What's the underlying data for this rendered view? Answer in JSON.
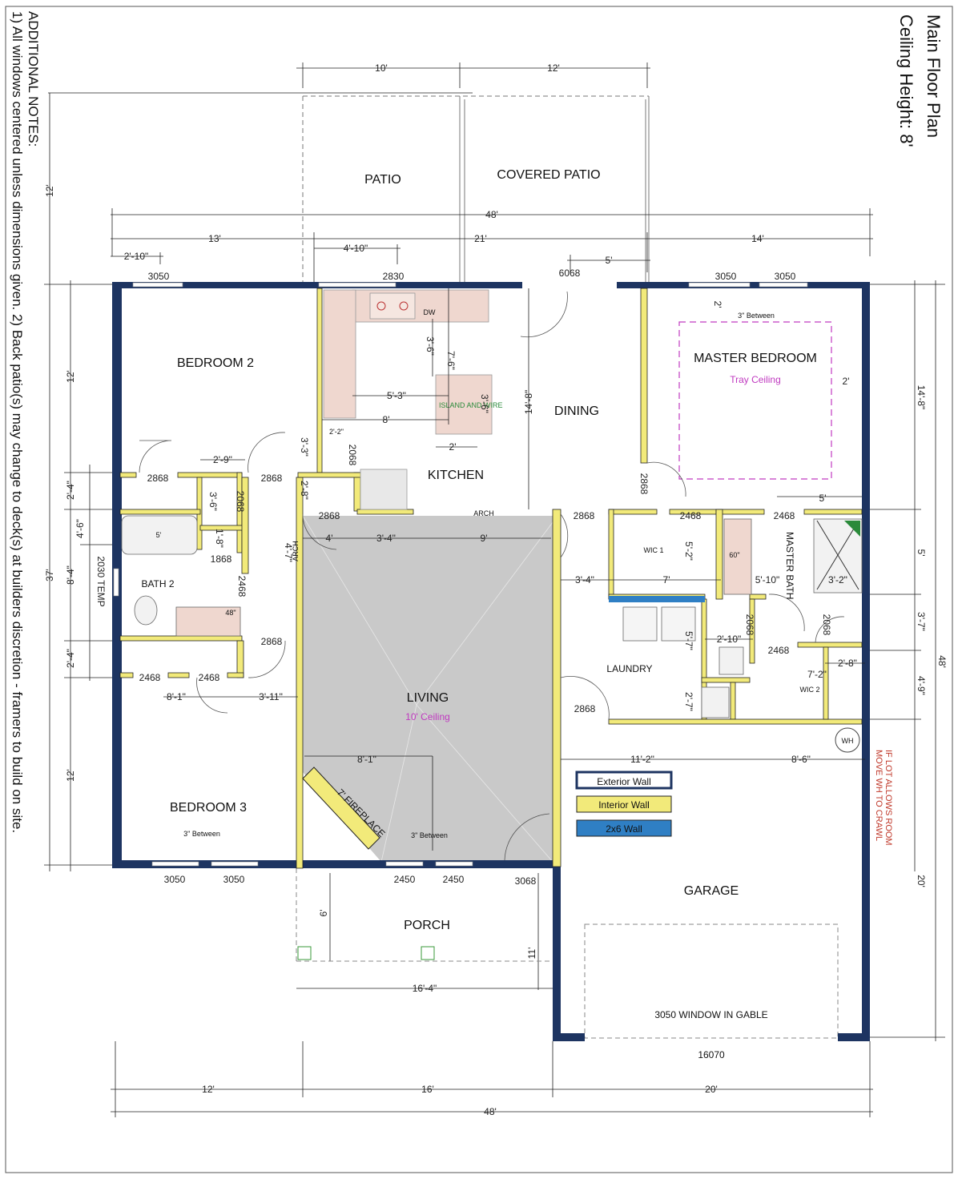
{
  "title": {
    "line1": "Main Floor Plan",
    "line2": "Ceiling Height: 8'"
  },
  "notes": {
    "line1": "ADDITIONAL NOTES:",
    "line2": "1) All windows centered unless dimensions given. 2) Back patio(s) may change to deck(s) at builders discretion - framers to build on site."
  },
  "rooms": {
    "patio": "PATIO",
    "covered_patio": "COVERED PATIO",
    "bedroom2": "BEDROOM 2",
    "master_bedroom": "MASTER BEDROOM",
    "tray_ceiling": "Tray Ceiling",
    "dining": "DINING",
    "kitchen": "KITCHEN",
    "bath2": "BATH 2",
    "living": "LIVING",
    "living_ceiling": "10' Ceiling",
    "bedroom3": "BEDROOM 3",
    "laundry": "LAUNDRY",
    "wic1": "WIC 1",
    "wic2": "WIC 2",
    "master_bath": "MASTER BATH",
    "garage": "GARAGE",
    "porch": "PORCH",
    "fireplace": "7' FIREPLACE",
    "island": "ISLAND AND WIRE",
    "garage_window": "3050 WINDOW IN GABLE",
    "garage_door": "16070",
    "wh": "WH",
    "wh_note1": "MOVE WH TO CRAWL",
    "wh_note2": "IF LOT ALLOWS ROOM"
  },
  "legend": {
    "exterior": "Exterior Wall",
    "interior": "Interior Wall",
    "wall2x6": "2x6 Wall",
    "colors": {
      "exterior": "#1d3461",
      "interior": "#f2ea7a",
      "wall2x6": "#2f7fc4"
    }
  },
  "dims": {
    "top_10": "10'",
    "top_12": "12'",
    "overall_48": "48'",
    "d13": "13'",
    "d21": "21'",
    "d14": "14'",
    "d2_10": "2'-10\"",
    "d4_10": "4'-10\"",
    "d5": "5'",
    "w3050a": "3050",
    "w2830": "2830",
    "d6068": "6068",
    "w3050b": "3050",
    "w3050c": "3050",
    "left12": "12'",
    "left37": "37'",
    "left12b": "12'",
    "l2_4a": "2'-4\"",
    "l4_6": "4'-6\"",
    "l8_4": "8'-4\"",
    "l2_4b": "2'-4\"",
    "temp2030": "2030 TEMP",
    "r14_8": "14'-8\"",
    "r5": "5'",
    "r3_7": "3'-7\"",
    "r4_9": "4'-9\"",
    "r20": "20'",
    "r48": "48'",
    "k3_6": "3'-6\"",
    "k7_6": "7'-6\"",
    "k5_3": "5'-3\"",
    "k3_6b": "3'-6\"",
    "k8": "8'",
    "k2": "2'",
    "k2_2": "2'-2\"",
    "dining14_8": "14'-8\"",
    "d2068a": "2068",
    "d3_3": "3'-3\"",
    "d2_8": "2'-8\"",
    "d2868a": "2868",
    "d2868b": "2868",
    "d2868c": "2868",
    "d2868d": "2868",
    "d2868e": "2868",
    "d2868f": "2868",
    "d2868g": "2868",
    "d2_9": "2'-9\"",
    "d3_6c": "3'-6\"",
    "d2068b": "2068",
    "d1_8": "1'-8\"",
    "d1868": "1868",
    "d2468a": "2468",
    "d4": "4'",
    "d3_4": "3'-4\"",
    "d9": "9'",
    "d4_7": "4'-7\"",
    "arch": "ARCH",
    "arch2": "ARCH",
    "d2468b": "2468",
    "d2468c": "2468",
    "d2468d": "2468",
    "d2468e": "2468",
    "d2468f": "2468",
    "d8_1": "8'-1\"",
    "d3_11": "3'-11\"",
    "d8_1b": "8'-1\"",
    "m2": "2'",
    "m3between": "3\" Between",
    "m2b": "2'",
    "m5b": "5'",
    "d3_4b": "3'-4\"",
    "d7": "7'",
    "d5_2": "5'-2\"",
    "d5_10": "5'-10\"",
    "d3_2": "3'-2\"",
    "d60": "60\"",
    "d5_7": "5'-7\"",
    "d2_10b": "2'-10\"",
    "d2068c": "2068",
    "d2068d": "2068",
    "d7_2": "7'-2\"",
    "d2_8b": "2'-8\"",
    "d2_7": "2'-7\"",
    "d11_2": "11'-2\"",
    "d8_6": "8'-6\"",
    "b3between": "3\" Between",
    "b3between2": "3\" Between",
    "w3050d": "3050",
    "w3050e": "3050",
    "w2450a": "2450",
    "w2450b": "2450",
    "d3068": "3068",
    "p6": "6'",
    "p11": "11'",
    "p16_4": "16'-4\"",
    "bot12": "12'",
    "bot16": "16'",
    "bot20": "20'",
    "bot48": "48'",
    "sink48": "48\"",
    "tub5": "5'",
    "dw": "DW"
  }
}
